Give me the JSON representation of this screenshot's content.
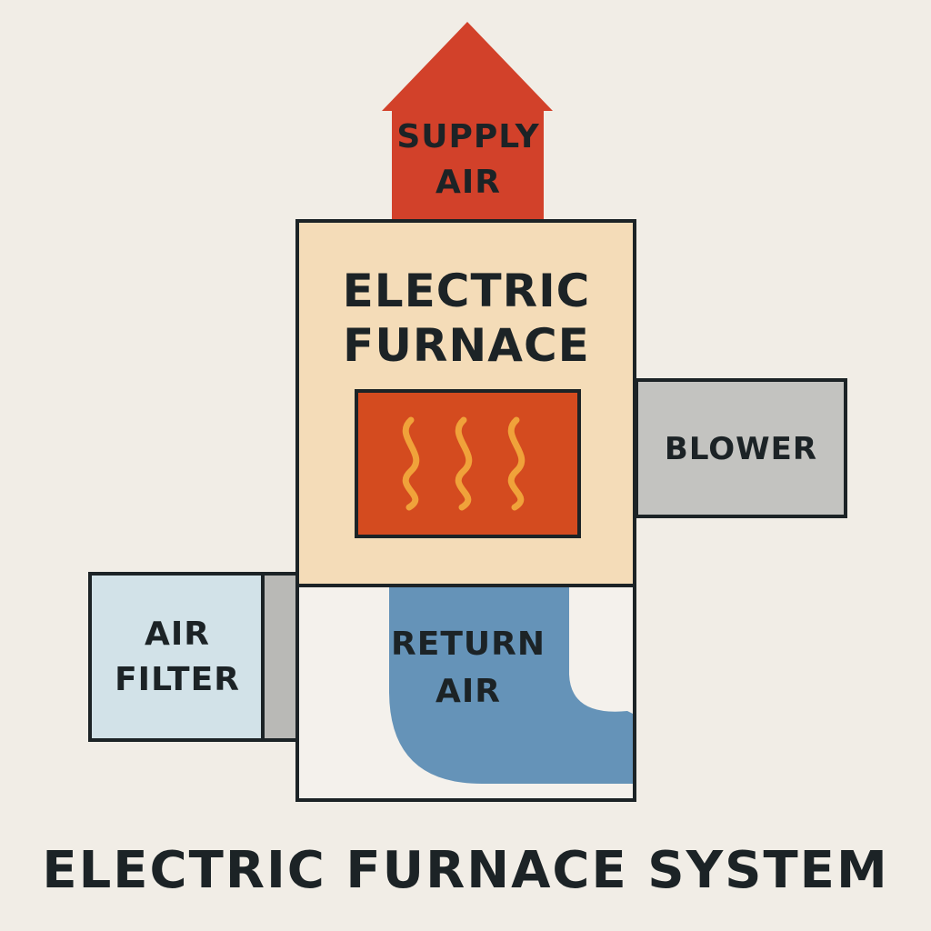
{
  "title": "ELECTRIC FURNACE SYSTEM",
  "supply_air": {
    "line1": "SUPPLY",
    "line2": "AIR"
  },
  "furnace": {
    "line1": "ELECTRIC",
    "line2": "FURNACE"
  },
  "blower": {
    "label": "BLOWER"
  },
  "air_filter": {
    "line1": "AIR",
    "line2": "FILTER"
  },
  "return_air": {
    "line1": "RETURN",
    "line2": "AIR"
  },
  "colors": {
    "background": "#f1ede6",
    "outline": "#1c2326",
    "supply_air": "#d2412a",
    "furnace_cabinet": "#f4dcb8",
    "heating_element": "#d44b1f",
    "heat_waves": "#f0a23a",
    "blower": "#c3c3c0",
    "air_filter": "#d2e2e8",
    "filter_frame": "#b9b9b6",
    "return_air": "#6593b8",
    "return_cabinet": "#f4f1ec"
  },
  "icons": {
    "supply_arrow": "up-arrow-icon",
    "heat_waves": "heat-wave-icon"
  }
}
